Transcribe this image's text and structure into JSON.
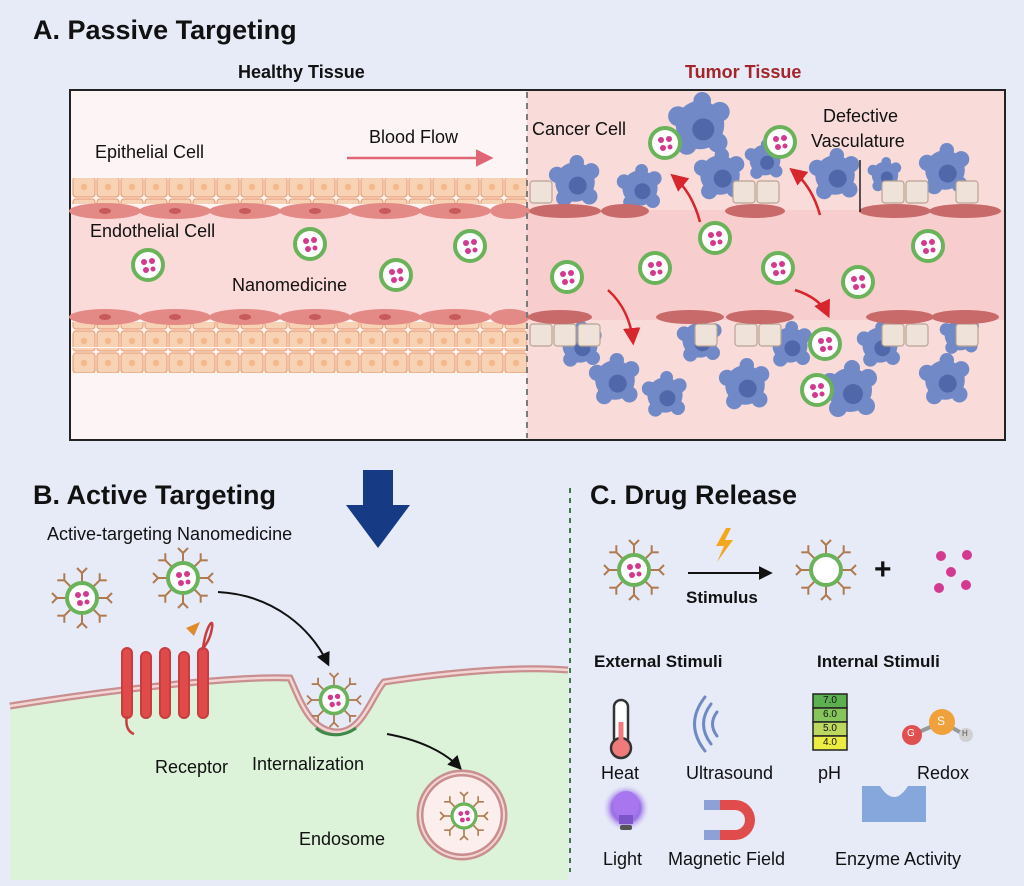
{
  "passive": {
    "title": "A. Passive Targeting",
    "healthy_label": "Healthy Tissue",
    "tumor_label": "Tumor Tissue",
    "epithelial_label": "Epithelial Cell",
    "blood_flow_label": "Blood Flow",
    "endothelial_label": "Endothelial Cell",
    "nanomedicine_label": "Nanomedicine",
    "cancer_cell_label": "Cancer Cell",
    "defective_label_line1": "Defective",
    "defective_label_line2": "Vasculature"
  },
  "active": {
    "title": "B. Active Targeting",
    "nanomedicine_label": "Active-targeting Nanomedicine",
    "receptor_label": "Receptor",
    "internalization_label": "Internalization",
    "endosome_label": "Endosome"
  },
  "release": {
    "title": "C. Drug Release",
    "stimulus_label": "Stimulus",
    "plus_sign": "+",
    "external_title": "External Stimuli",
    "internal_title": "Internal Stimuli",
    "heat_label": "Heat",
    "ultrasound_label": "Ultrasound",
    "ph_label": "pH",
    "redox_label": "Redox",
    "light_label": "Light",
    "magnetic_label": "Magnetic Field",
    "enzyme_label": "Enzyme Activity",
    "ph_values": [
      "7.0",
      "6.0",
      "5.0",
      "4.0"
    ],
    "redox_atoms": [
      "G",
      "S",
      "H"
    ]
  },
  "colors": {
    "background": "#e7ebf8",
    "tumor_red": "#a4242a",
    "arrow_blue": "#163a84",
    "nanoparticle_green": "#6bb35a",
    "drug_pink": "#d33a8f",
    "cancer_blue": "#6f86c2",
    "receptor_red": "#c83d3d",
    "ligand_orange": "#e08a2c"
  }
}
